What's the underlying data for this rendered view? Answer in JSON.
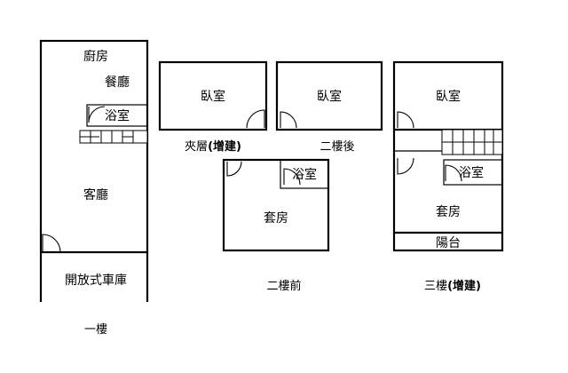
{
  "first_floor": {
    "caption": "一樓",
    "kitchen": "廚房",
    "dining": "餐廳",
    "bath": "浴室",
    "living": "客廳",
    "garage": "開放式車庫"
  },
  "mezzanine": {
    "bedroom": "臥室",
    "caption_main": "夾層",
    "caption_note": "(增建)"
  },
  "second_floor_rear": {
    "bedroom": "臥室",
    "caption": "二樓後"
  },
  "second_floor_front": {
    "bath": "浴室",
    "suite": "套房",
    "caption": "二樓前"
  },
  "third_floor": {
    "bedroom": "臥室",
    "bath": "浴室",
    "suite": "套房",
    "balcony": "陽台",
    "caption_main": "三樓",
    "caption_note": "(增建)"
  }
}
